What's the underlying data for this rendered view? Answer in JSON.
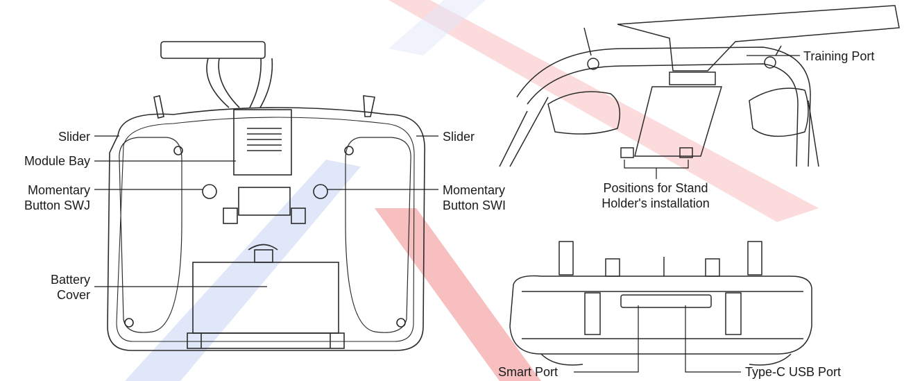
{
  "colors": {
    "line": "#2a2a2a",
    "watermark_red": "#e84b4b",
    "watermark_blue": "#6c8fe0"
  },
  "labels": {
    "slider_left": "Slider",
    "module_bay": "Module Bay",
    "momentary_swj_1": "Momentary",
    "momentary_swj_2": "Button SWJ",
    "battery_cover_1": "Battery",
    "battery_cover_2": "Cover",
    "slider_right": "Slider",
    "momentary_swi_1": "Momentary",
    "momentary_swi_2": "Button SWI",
    "training_port": "Training Port",
    "stand_holder_1": "Positions for Stand",
    "stand_holder_2": "Holder's installation",
    "smart_port": "Smart Port",
    "usb_port": "Type-C USB Port"
  }
}
